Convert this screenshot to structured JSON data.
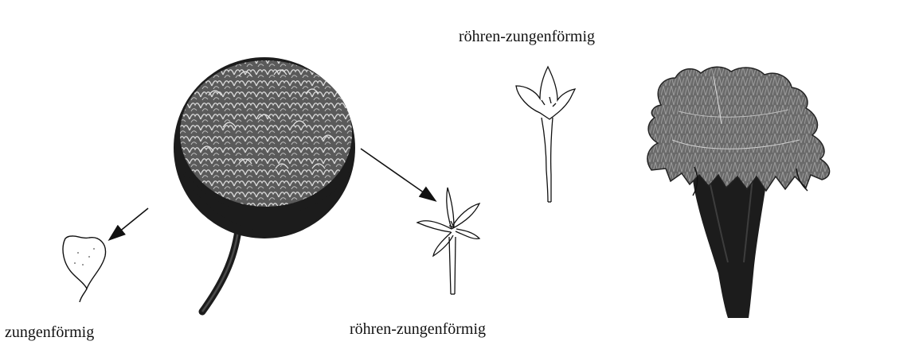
{
  "labels": {
    "top_center": "röhren-zungenförmig",
    "bottom_left": "zungenförmig",
    "bottom_center": "röhren-zungenförmig"
  },
  "colors": {
    "ink": "#111111",
    "dark_fill": "#1c1c1c",
    "mid_fill": "#4a4a4a",
    "petal_light": "#9a9a9a",
    "background": "#ffffff"
  },
  "illustrations": [
    "ligulate-floret-illustration",
    "double-flower-head-photo",
    "tubular-ligulate-floret-illustration",
    "tubular-ligulate-floret-upright-illustration",
    "flower-head-side-view-photo"
  ]
}
